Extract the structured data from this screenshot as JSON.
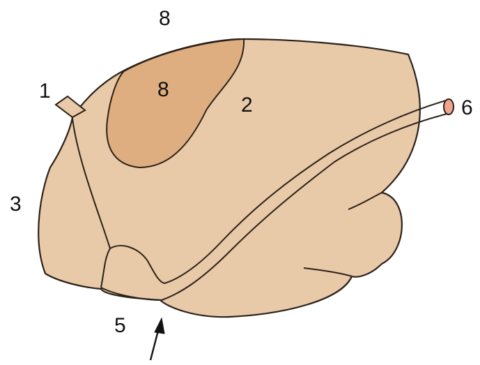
{
  "labels": {
    "top_8": "8",
    "inner_8": "8",
    "one": "1",
    "two": "2",
    "three": "3",
    "five": "5",
    "six": "6"
  },
  "colors": {
    "body_fill": "#e8c9a8",
    "region_fill": "#dfae80",
    "outline": "#2b2119",
    "tube_end": "#f0a58f"
  }
}
